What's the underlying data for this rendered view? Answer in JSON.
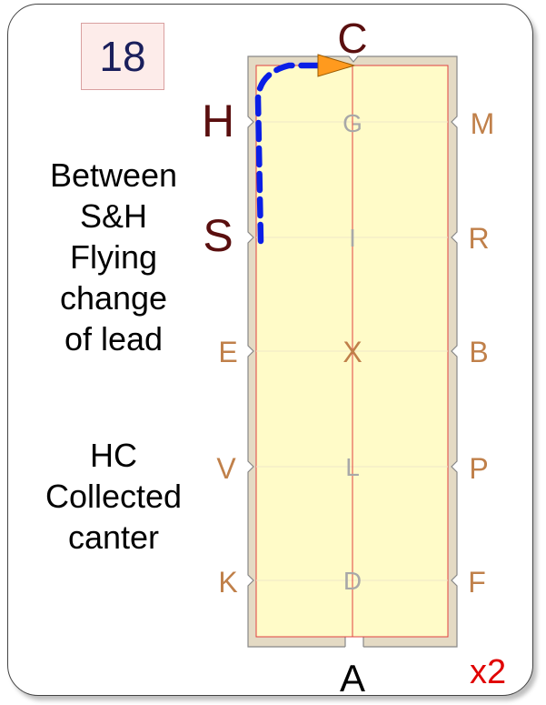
{
  "test_number": "18",
  "instructions": [
    {
      "lines": [
        "Between",
        "S&H",
        "Flying",
        "change",
        "of lead"
      ]
    },
    {
      "lines": [
        "HC",
        "Collected",
        "canter"
      ]
    }
  ],
  "multiplier": "x2",
  "letters": {
    "end_top": "C",
    "end_bottom": "A",
    "left": [
      "H",
      "S",
      "E",
      "V",
      "K"
    ],
    "right": [
      "M",
      "R",
      "B",
      "P",
      "F"
    ],
    "center": [
      "G",
      "I",
      "X",
      "L",
      "D"
    ]
  },
  "colors": {
    "arena_fill": "#fffbc8",
    "arena_border": "#e4dac4",
    "centerline": "#e04040",
    "route": "#0a1ee6",
    "arrow": "#ff9a1e",
    "letter_active": "#5a0f0f",
    "letter_side": "#c0804a",
    "letter_center": "#a8a8a8",
    "letter_end": "#000000"
  }
}
